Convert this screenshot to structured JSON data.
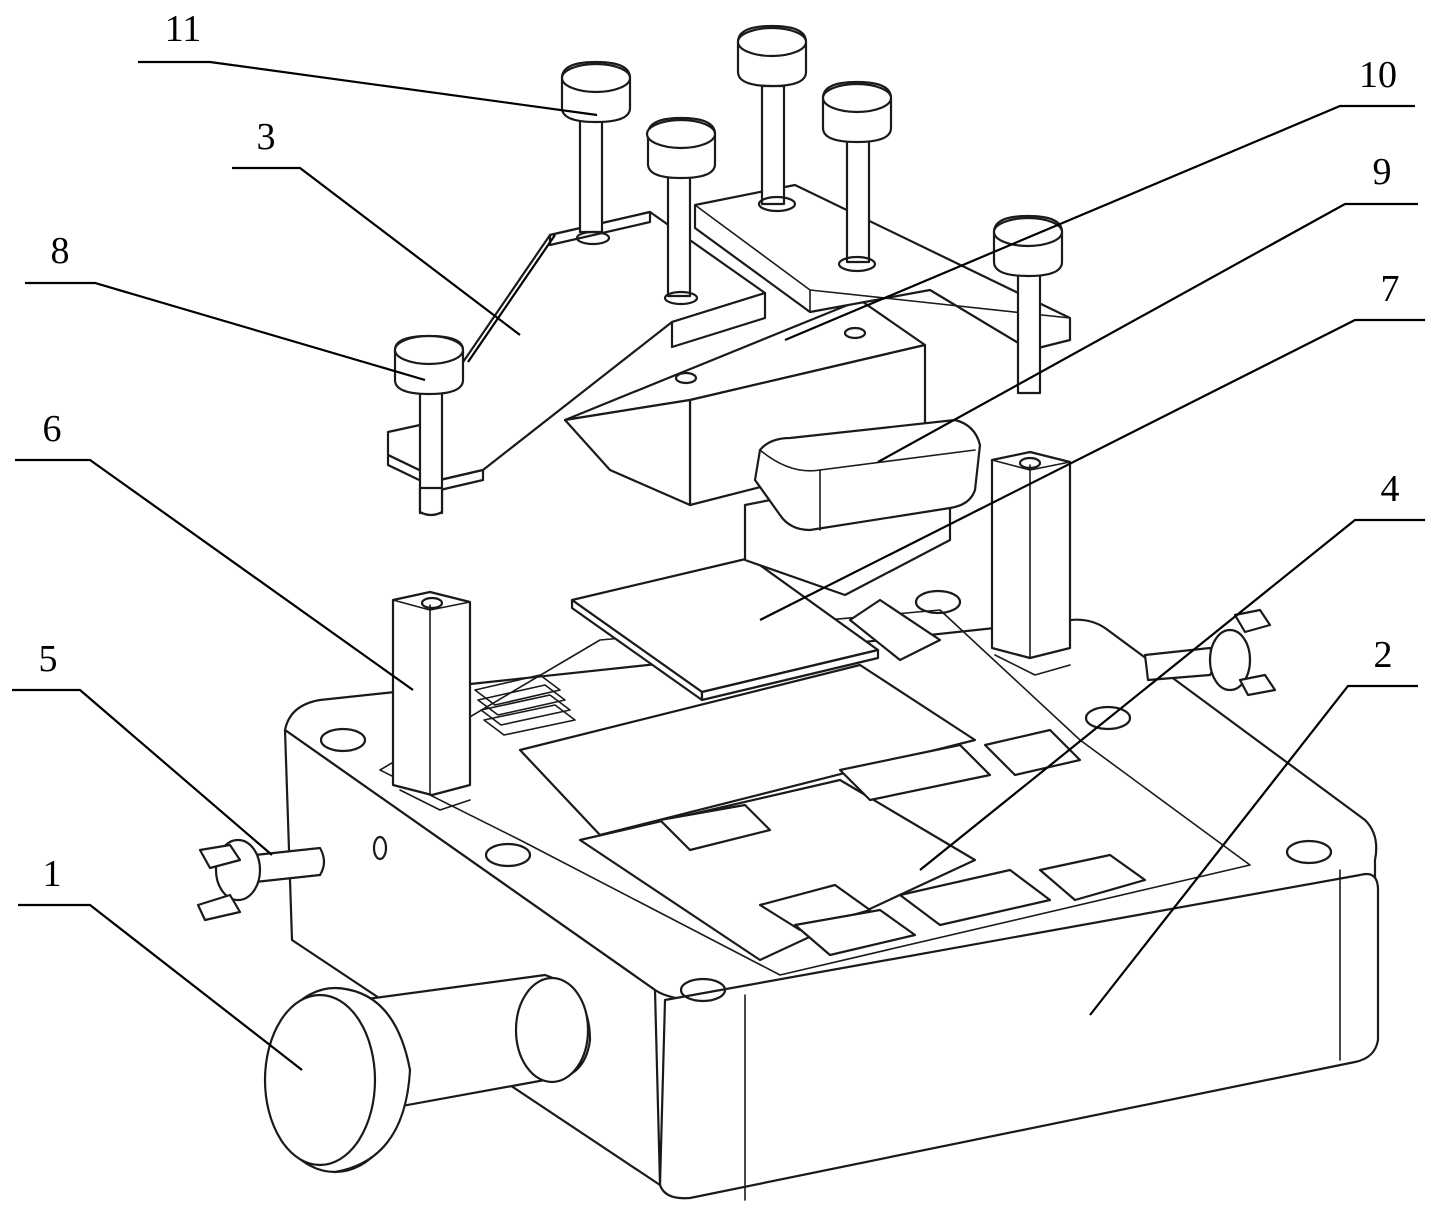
{
  "figure": {
    "callouts": [
      {
        "id": "c11",
        "label": "11"
      },
      {
        "id": "c3",
        "label": "3"
      },
      {
        "id": "c8",
        "label": "8"
      },
      {
        "id": "c10",
        "label": "10"
      },
      {
        "id": "c9",
        "label": "9"
      },
      {
        "id": "c7",
        "label": "7"
      },
      {
        "id": "c6",
        "label": "6"
      },
      {
        "id": "c5",
        "label": "5"
      },
      {
        "id": "c4",
        "label": "4"
      },
      {
        "id": "c2",
        "label": "2"
      },
      {
        "id": "c1",
        "label": "1"
      }
    ]
  }
}
